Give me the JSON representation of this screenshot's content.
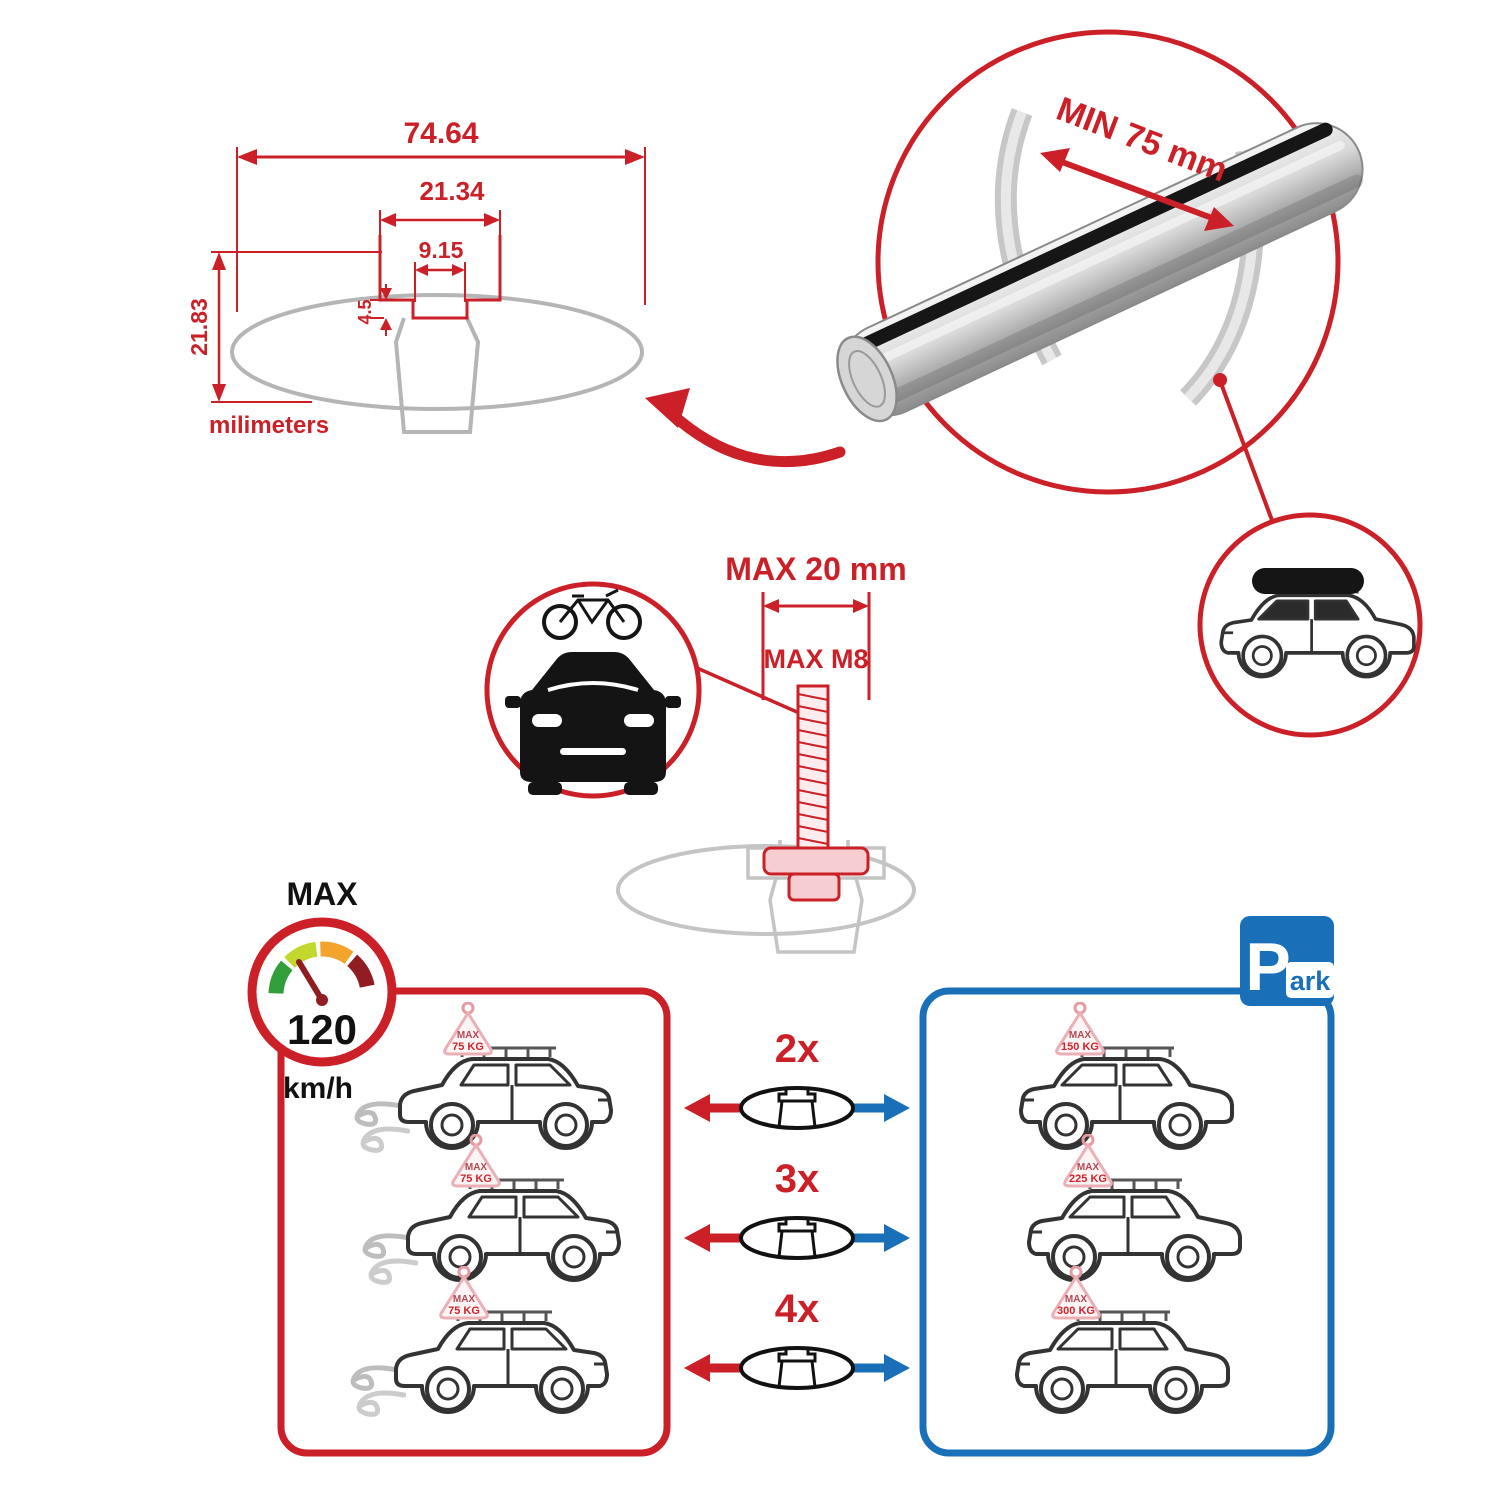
{
  "colors": {
    "accent_red": "#cb2027",
    "parking_blue": "#1a70b8",
    "line_black": "#1a1a1a",
    "faded_gray": "#c4c4c4",
    "speedometer_segments": [
      "#2f9e3b",
      "#c3d82e",
      "#f2a42c",
      "#8f1d22"
    ]
  },
  "cross_section": {
    "total_width": "74.64",
    "slot_outer_width": "21.34",
    "slot_opening": "9.15",
    "lip_depth": "4.5",
    "total_height": "21.83",
    "units": "milimeters"
  },
  "crossbar": {
    "min_span": "MIN 75 mm"
  },
  "bolt": {
    "max_length": "MAX 20 mm",
    "max_thread": "MAX M8"
  },
  "speed_limit": {
    "label": "MAX",
    "value": "120",
    "unit": "km/h"
  },
  "park_sign": {
    "p": "P",
    "ark": "ark"
  },
  "driving_cars": [
    {
      "sign_label": "MAX",
      "load": "75 KG"
    },
    {
      "sign_label": "MAX",
      "load": "75 KG"
    },
    {
      "sign_label": "MAX",
      "load": "75 KG"
    }
  ],
  "parked_cars": [
    {
      "sign_label": "MAX",
      "load": "150 KG"
    },
    {
      "sign_label": "MAX",
      "load": "225 KG"
    },
    {
      "sign_label": "MAX",
      "load": "300 KG"
    }
  ],
  "bar_quantities": [
    {
      "label": "2x"
    },
    {
      "label": "3x"
    },
    {
      "label": "4x"
    }
  ]
}
